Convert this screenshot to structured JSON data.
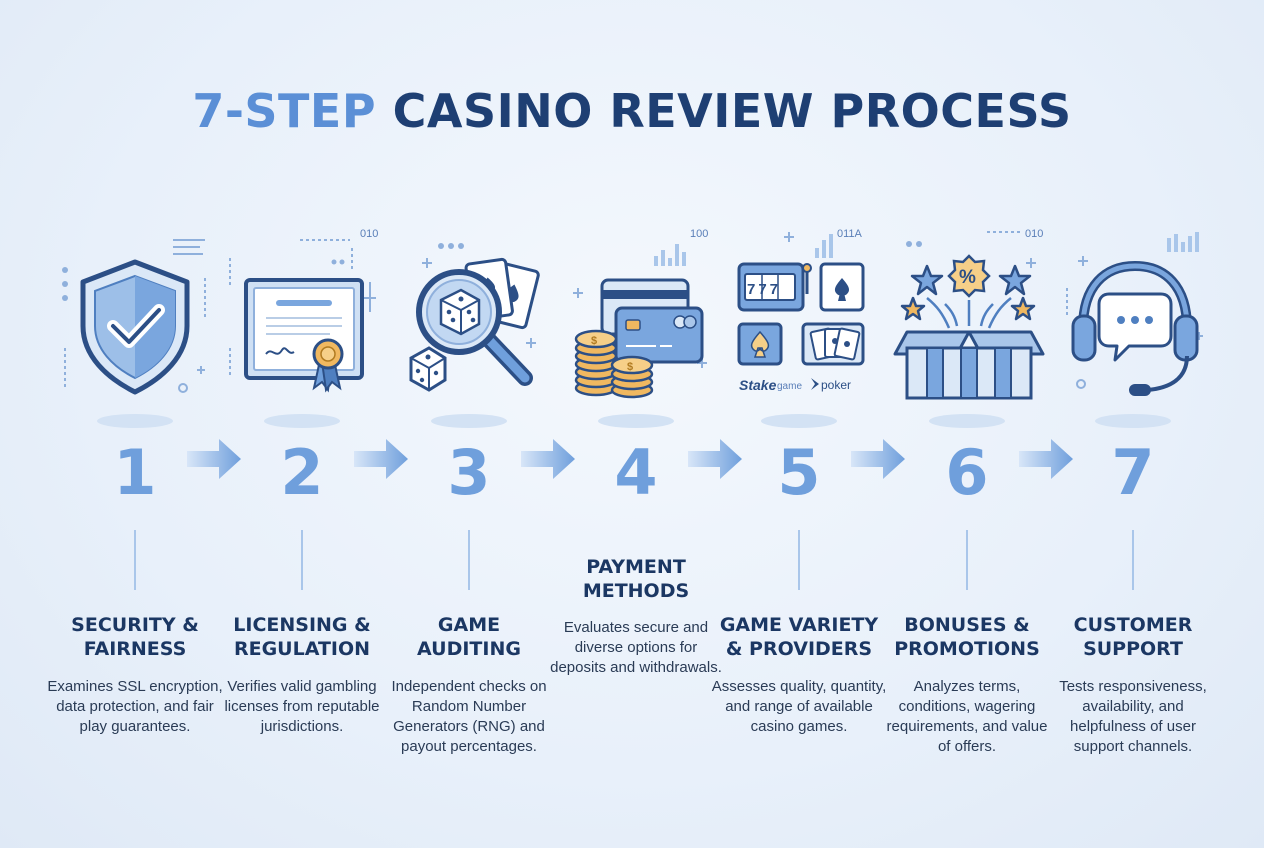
{
  "title": {
    "accent": "7-STEP",
    "main": "CASINO REVIEW PROCESS"
  },
  "colors": {
    "dark_navy": "#1b3763",
    "accent_blue": "#5b8fd6",
    "step_number": "#6f9fdc",
    "background": "#e8f0fa"
  },
  "steps": [
    {
      "number": "1",
      "title_l1": "SECURITY &",
      "title_l2": "FAIRNESS",
      "desc": "Examines SSL encryption, data protection, and fair play guarantees.",
      "icon": "shield-check-icon"
    },
    {
      "number": "2",
      "title_l1": "LICENSING &",
      "title_l2": "REGULATION",
      "desc": "Verifies valid gambling licenses from reputable jurisdictions.",
      "icon": "certificate-icon",
      "icon_text": "010"
    },
    {
      "number": "3",
      "title_l1": "GAME",
      "title_l2": "AUDITING",
      "desc": "Independent checks on Random Number Generators (RNG) and payout percentages.",
      "icon": "magnifier-dice-icon"
    },
    {
      "number": "4",
      "title_l1": "PAYMENT",
      "title_l2": "METHODS",
      "desc": "Evaluates secure and diverse options for deposits and withdrawals.",
      "icon": "coins-cards-icon",
      "icon_text": "100"
    },
    {
      "number": "5",
      "title_l1": "GAME VARIETY",
      "title_l2": "& PROVIDERS",
      "desc": "Assesses quality, quantity, and range of available casino games.",
      "icon": "casino-games-icon",
      "icon_text": "011A",
      "brand_1": "Stake",
      "brand_1_suffix": "game",
      "brand_2": "poker",
      "slot_text": "777"
    },
    {
      "number": "6",
      "title_l1": "BONUSES &",
      "title_l2": "PROMOTIONS",
      "desc": "Analyzes terms, conditions, wagering requirements, and value of offers.",
      "icon": "gift-box-icon",
      "icon_text": "010",
      "badge_text": "%"
    },
    {
      "number": "7",
      "title_l1": "CUSTOMER",
      "title_l2": "SUPPORT",
      "desc": "Tests responsiveness, availability, and helpfulness of user support channels.",
      "icon": "headset-chat-icon"
    }
  ]
}
